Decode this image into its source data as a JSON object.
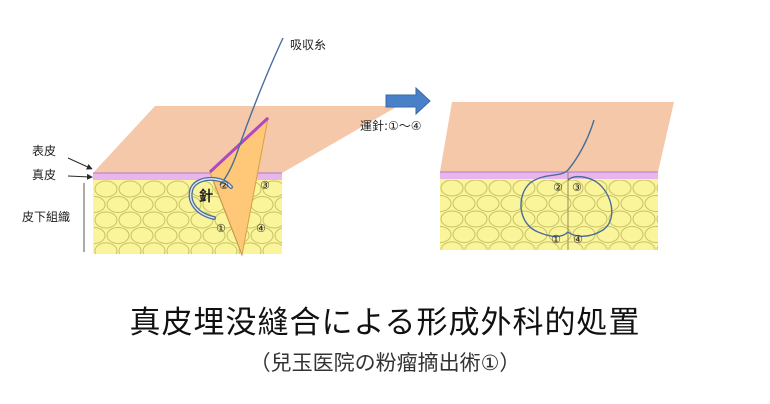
{
  "labels": {
    "epidermis": "表皮",
    "dermis": "真皮",
    "subcutaneous": "皮下組織",
    "thread": "吸収糸",
    "needle": "針",
    "step": "運針:①〜④"
  },
  "markers": [
    "①",
    "②",
    "③",
    "④"
  ],
  "title": "真皮埋没縫合による形成外科的処置",
  "subtitle": "（兒玉医院の粉瘤摘出術①）",
  "colors": {
    "skin_top": "#f4c8a8",
    "dermis": "#e8b6ec",
    "fat": "#faf49a",
    "fat_outline": "#c8c266",
    "thread": "#4a6e9a",
    "arrow": "#4a80c8",
    "wound": "#ffc878",
    "needle_edge": "#b048c0"
  }
}
